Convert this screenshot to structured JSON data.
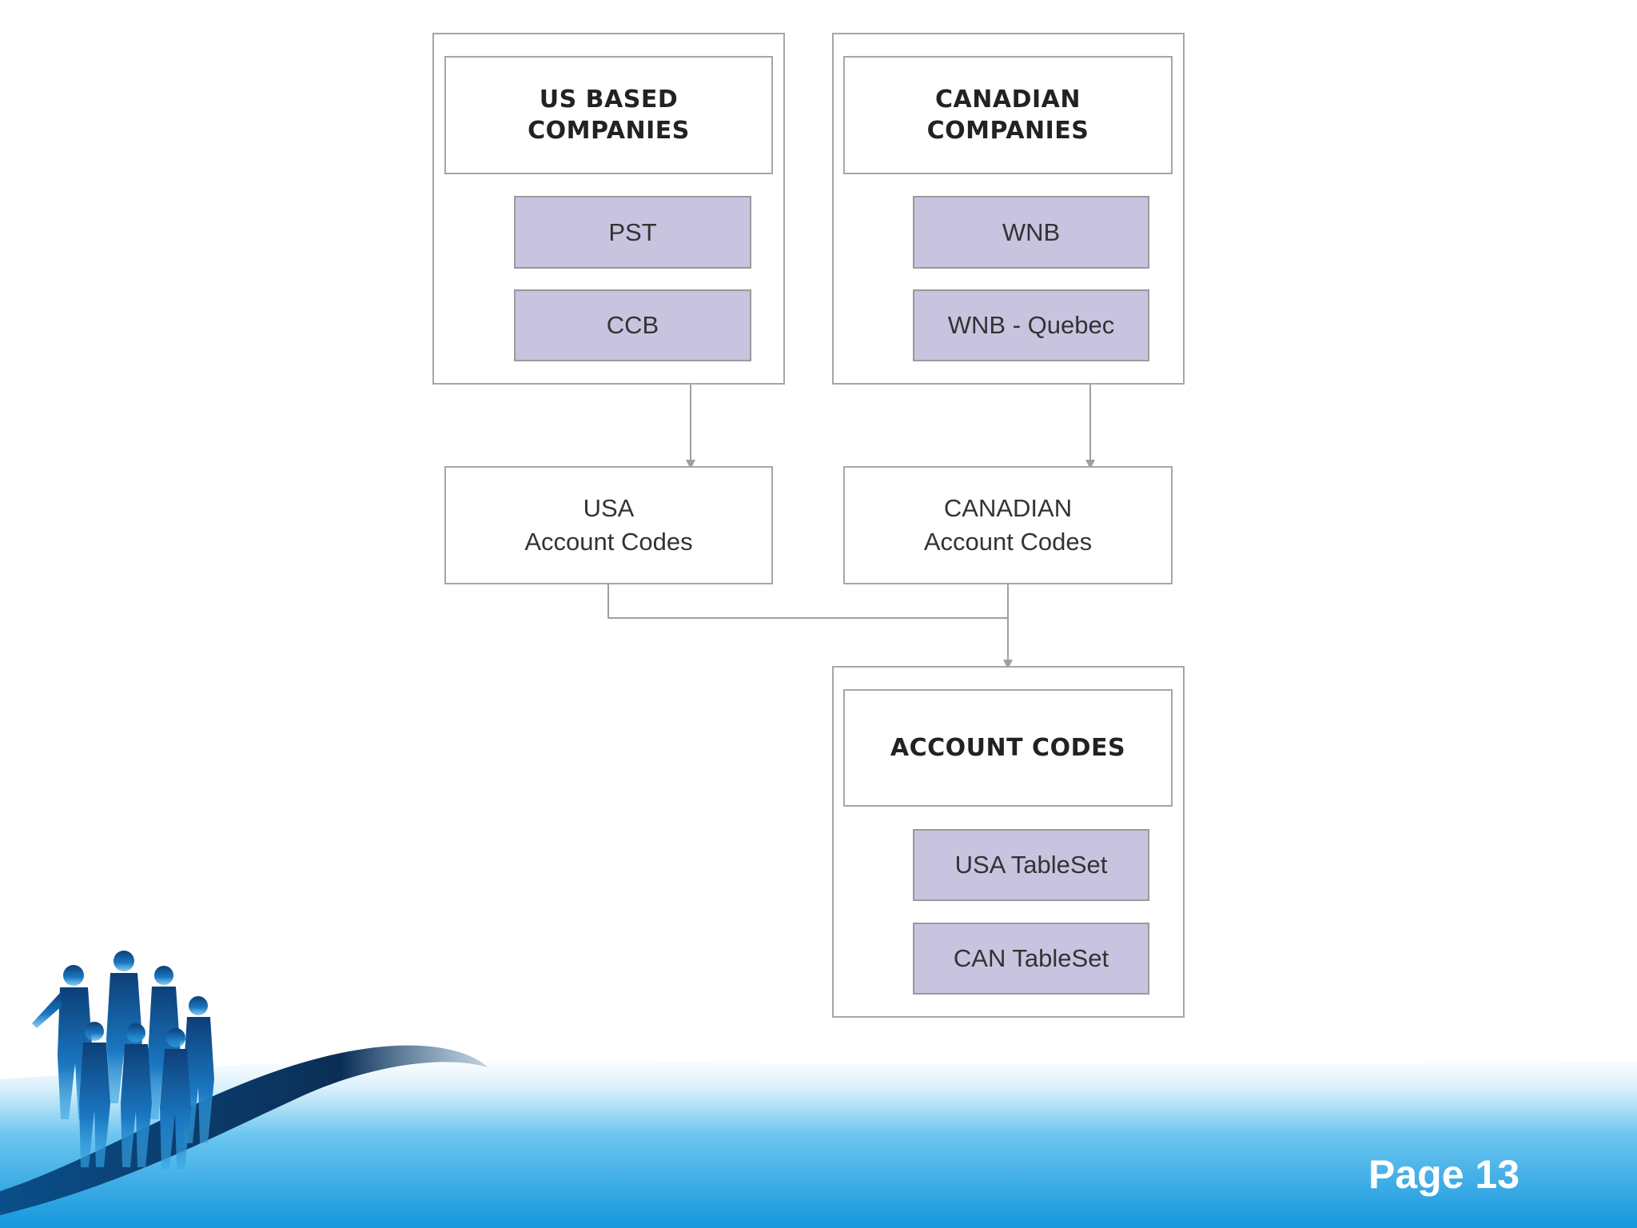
{
  "groups": {
    "us": {
      "title": "US BASED\nCOMPANIES",
      "items": [
        "PST",
        "CCB"
      ]
    },
    "canada": {
      "title": "CANADIAN\nCOMPANIES",
      "items": [
        "WNB",
        "WNB - Quebec"
      ]
    },
    "account": {
      "title": "ACCOUNT CODES",
      "items": [
        "USA TableSet",
        "CAN TableSet"
      ]
    }
  },
  "nodes": {
    "usa_codes": "USA\nAccount Codes",
    "can_codes": "CANADIAN\nAccount Codes"
  },
  "footer": {
    "page_label": "Page 13"
  },
  "colors": {
    "item_fill": "#c8c4e0",
    "border": "#a6a6a6",
    "connector": "#a0a0a0",
    "banner_blue": "#1ea0e6"
  }
}
